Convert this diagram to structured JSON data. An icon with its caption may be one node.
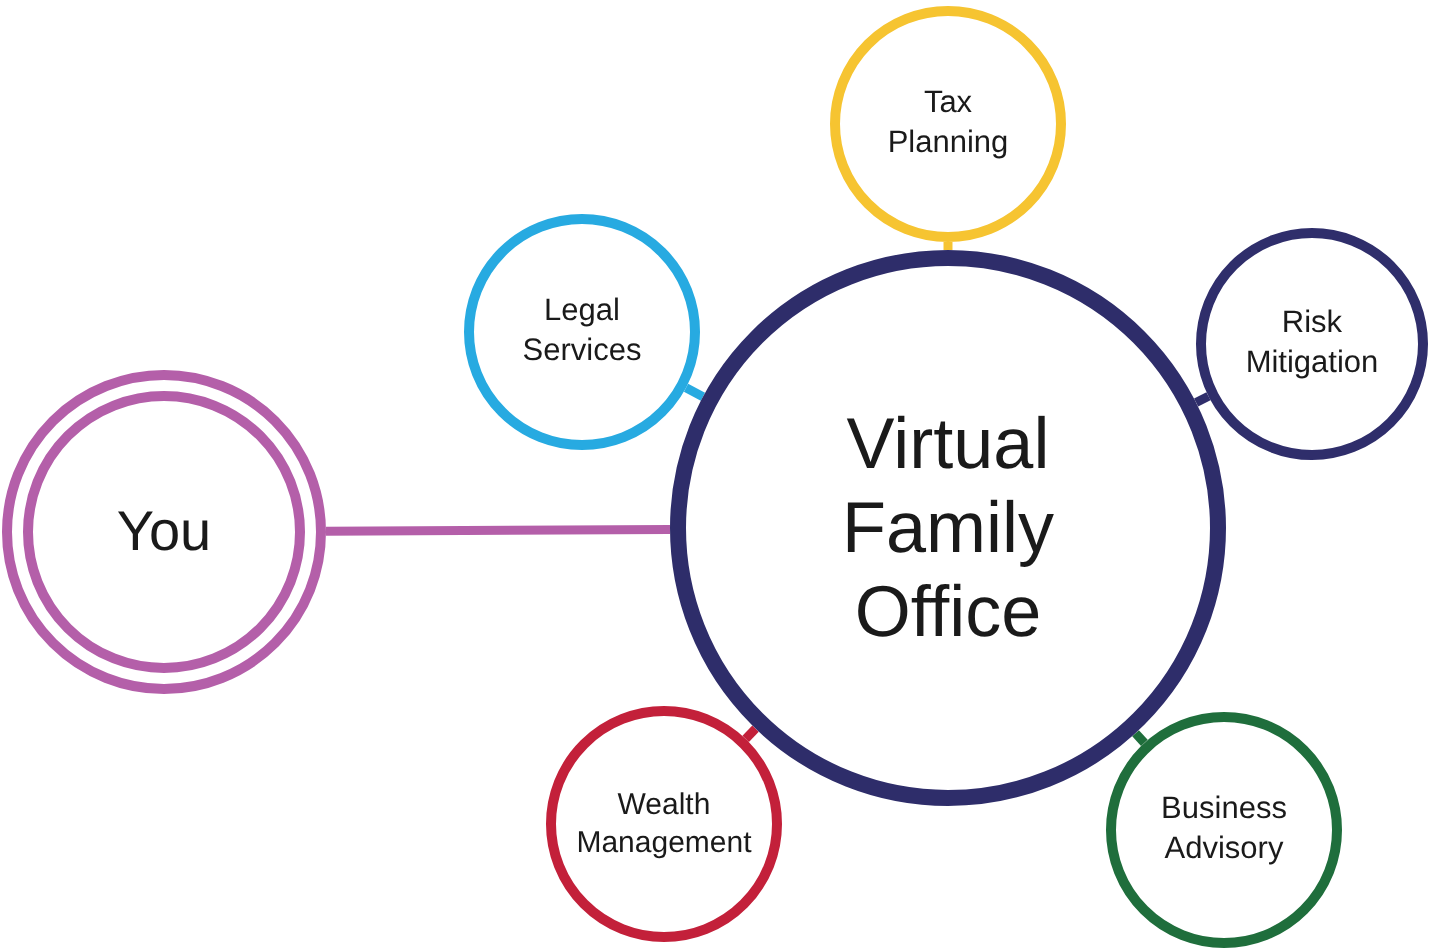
{
  "diagram": {
    "nodes": [
      {
        "text": [
          "Tax Planning"
        ]
      },
      {
        "text": [
          "Legal Services"
        ]
      },
      {
        "text": [
          "Risk Mitigation"
        ]
      },
      {
        "text": [
          "You"
        ]
      },
      {
        "text": [
          "Virtual Family Office"
        ]
      },
      {
        "text": [
          "Wealth Management"
        ]
      },
      {
        "text": [
          "Business Advisory"
        ]
      }
    ],
    "edges": [
      {
        "from": 0,
        "to": 4,
        "arrow": "none",
        "color": "#f6c431"
      },
      {
        "from": 1,
        "to": 4,
        "arrow": "none",
        "color": "#27aae1"
      },
      {
        "from": 2,
        "to": 4,
        "arrow": "none",
        "color": "#2f2e6b"
      },
      {
        "from": 3,
        "to": 4,
        "arrow": "none",
        "color": "#b45fa9"
      },
      {
        "from": 5,
        "to": 4,
        "arrow": "none",
        "color": "#c3203a"
      },
      {
        "from": 6,
        "to": 4,
        "arrow": "none",
        "color": "#1f6e3c"
      }
    ]
  }
}
